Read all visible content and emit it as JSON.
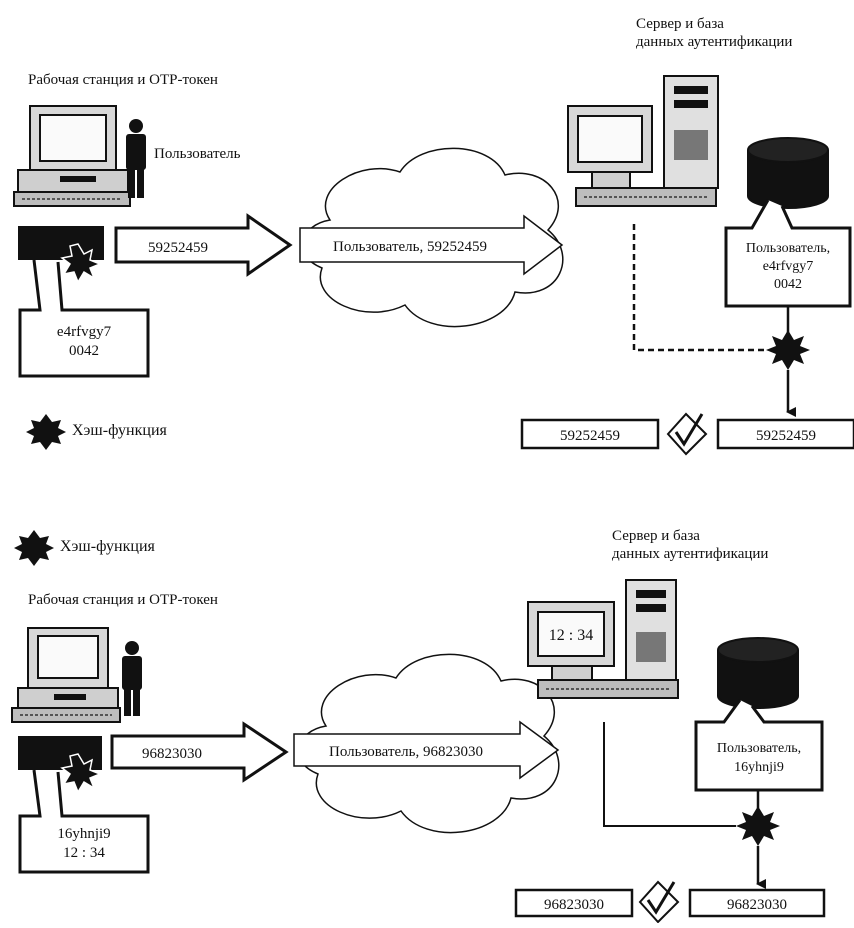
{
  "diagrams": [
    {
      "workstation_label": "Рабочая станция и OTP-токен",
      "user_label": "Пользователь",
      "server_label_line1": "Сервер и база",
      "server_label_line2": "данных аутентификации",
      "otp_value": "59252459",
      "message": "Пользователь, 59252459",
      "token_secret_line1": "e4rfvgy7",
      "token_secret_line2": "0042",
      "db_record_line1": "Пользователь,",
      "db_record_line2": "e4rfvgy7",
      "db_record_line3": "0042",
      "hash_legend": "Хэш-функция",
      "compare_left": "59252459",
      "compare_right": "59252459"
    },
    {
      "hash_legend": "Хэш-функция",
      "workstation_label": "Рабочая станция и OTP-токен",
      "server_label_line1": "Сервер и база",
      "server_label_line2": "данных аутентификации",
      "server_clock": "12 : 34",
      "otp_value": "96823030",
      "message": "Пользователь, 96823030",
      "token_secret_line1": "16yhnji9",
      "token_secret_line2": "12 : 34",
      "db_record_line1": "Пользователь,",
      "db_record_line2": "16yhnji9",
      "compare_left": "96823030",
      "compare_right": "96823030"
    }
  ]
}
